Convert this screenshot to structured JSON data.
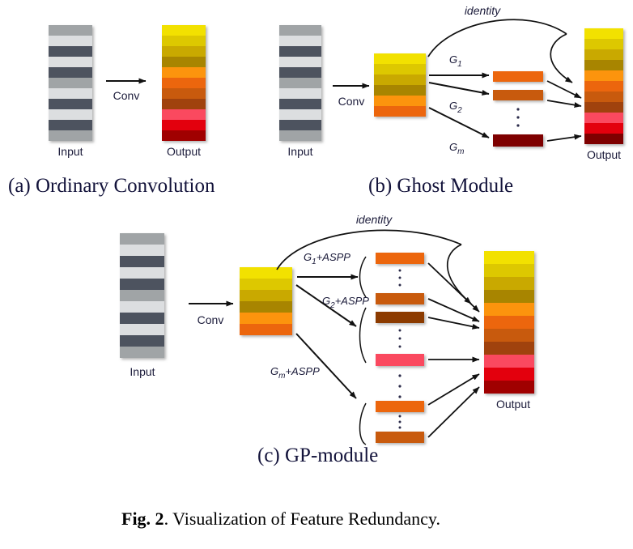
{
  "figure": {
    "caption_bold": "Fig. 2",
    "caption_rest": ". Visualization of Feature Redundancy."
  },
  "palette": {
    "gray_light": "#dcdee0",
    "gray_mid": "#a0a4a6",
    "gray_dark": "#4e535e",
    "y1": "#f2e104",
    "y2": "#ddc800",
    "y3": "#c9a900",
    "y4": "#a88500",
    "o1": "#fc9409",
    "o2": "#ec6607",
    "o3": "#c85a09",
    "o4": "#a04208",
    "r1": "#fa4a5e",
    "r2": "#e30009",
    "r3": "#a00405",
    "brown": "#8c3a06",
    "darkred": "#7e0406",
    "ink": "#1b1b3a",
    "stroke": "#111111"
  },
  "panel_a": {
    "caption": "(a) Ordinary Convolution",
    "input_label": "Input",
    "output_label": "Output",
    "op_label": "Conv",
    "input_bands": [
      "#a0a4a6",
      "#dcdee0",
      "#4e535e",
      "#dcdee0",
      "#4e535e",
      "#a0a4a6",
      "#dcdee0",
      "#4e535e",
      "#dcdee0",
      "#4e535e",
      "#a0a4a6"
    ],
    "output_bands": [
      "#f2e104",
      "#ddc800",
      "#c9a900",
      "#a88500",
      "#fc9409",
      "#ec6607",
      "#c85a09",
      "#a04208",
      "#fa4a5e",
      "#e30009",
      "#a00405"
    ]
  },
  "panel_b": {
    "caption": "(b) Ghost Module",
    "input_label": "Input",
    "output_label": "Output",
    "op_label": "Conv",
    "identity_label": "identity",
    "input_bands": [
      "#a0a4a6",
      "#dcdee0",
      "#4e535e",
      "#dcdee0",
      "#4e535e",
      "#a0a4a6",
      "#dcdee0",
      "#4e535e",
      "#dcdee0",
      "#4e535e",
      "#a0a4a6"
    ],
    "intrinsic_bands": [
      "#f2e104",
      "#ddc800",
      "#c9a900",
      "#a88500",
      "#fc9409",
      "#ec6607"
    ],
    "output_bands": [
      "#f2e104",
      "#ddc800",
      "#c9a900",
      "#a88500",
      "#fc9409",
      "#ec6607",
      "#c85a09",
      "#a04208",
      "#fa4a5e",
      "#e30009",
      "#7e0406"
    ],
    "ghost_ops": [
      {
        "label_main": "G",
        "label_sub": "1",
        "bar_color": "#ec6607"
      },
      {
        "label_main": "G",
        "label_sub": "2",
        "bar_color": "#c85a09"
      },
      {
        "label_main": "G",
        "label_sub": "m",
        "bar_color": "#7e0406"
      }
    ],
    "vertical_dots": "."
  },
  "panel_c": {
    "caption": "(c) GP-module",
    "input_label": "Input",
    "output_label": "Output",
    "op_label": "Conv",
    "identity_label": "identity",
    "input_bands": [
      "#a0a4a6",
      "#dcdee0",
      "#4e535e",
      "#dcdee0",
      "#4e535e",
      "#a0a4a6",
      "#dcdee0",
      "#4e535e",
      "#dcdee0",
      "#4e535e",
      "#a0a4a6"
    ],
    "intrinsic_bands": [
      "#f2e104",
      "#ddc800",
      "#c9a900",
      "#a88500",
      "#fc9409",
      "#ec6607"
    ],
    "output_bands": [
      "#f2e104",
      "#ddc800",
      "#c9a900",
      "#a88500",
      "#fc9409",
      "#ec6607",
      "#c85a09",
      "#a04208",
      "#fa4a5e",
      "#e30009",
      "#a00405"
    ],
    "groups": [
      {
        "label_main": "G",
        "label_sub": "1",
        "label_tail": "+ASPP",
        "bars": [
          "#ec6607",
          "#c85a09"
        ]
      },
      {
        "label_main": "G",
        "label_sub": "2",
        "label_tail": "+ASPP",
        "bars": [
          "#8c3a06",
          "#fa4a5e"
        ]
      },
      {
        "label_main": "G",
        "label_sub": "m",
        "label_tail": "+ASPP",
        "bars": [
          "#ec6607",
          "#c85a09"
        ]
      }
    ],
    "vertical_dots": "."
  }
}
